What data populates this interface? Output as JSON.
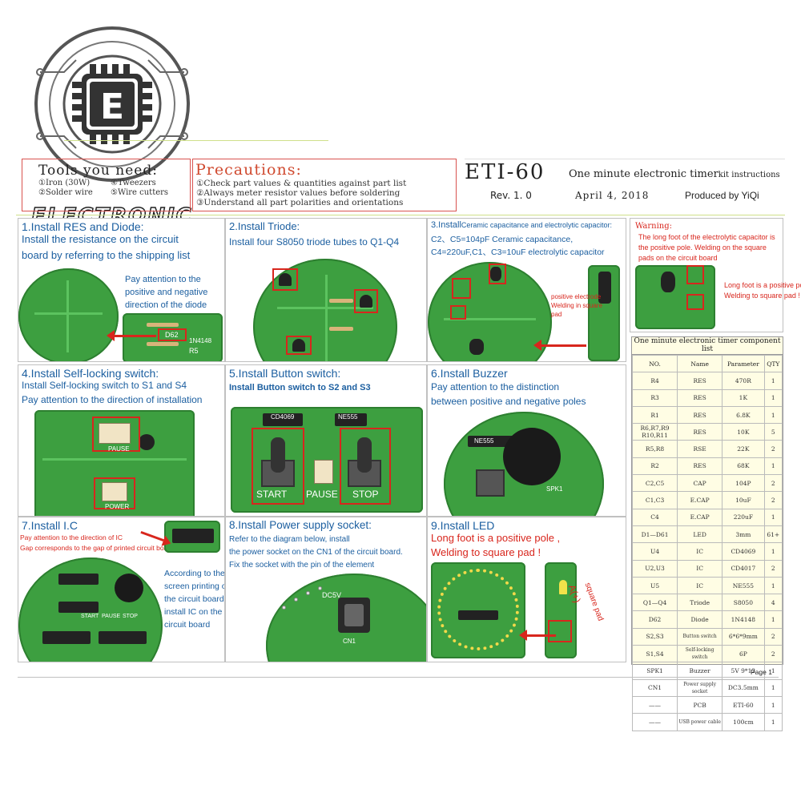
{
  "logo": {
    "text": "ELECTRONIC",
    "letter": "E"
  },
  "header": {
    "tools_title": "Tools you need:",
    "tools": [
      "①Iron (30W)",
      "④Tweezers",
      "②Solder wire",
      "⑤Wire cutters"
    ],
    "precautions_title": "Precautions:",
    "precautions": [
      "①Check part values & quantities against part list",
      "②Always meter resistor values before soldering",
      "③Understand all part polarities and orientations"
    ],
    "model": "ETI-60",
    "subtitle": "One minute electronic timer",
    "subtitle_small": "kit instructions",
    "rev": "Rev. 1. 0",
    "date": "April 4, 2018",
    "produced": "Produced by YiQi"
  },
  "steps": {
    "s1": {
      "title": "1.Install RES and Diode:",
      "lines": [
        "Install the resistance on the circuit",
        "board by referring to the shipping list"
      ],
      "note": [
        "Pay attention to the",
        "positive and negative",
        "direction of the diode"
      ],
      "pcb_labels": [
        "D62",
        "1N4148",
        "R5"
      ]
    },
    "s2": {
      "title": "2.Install Triode:",
      "lines": [
        "Install four S8050 triode tubes to Q1-Q4"
      ]
    },
    "s3": {
      "title": "3.Install",
      "title_rest": "Ceramic capacitance and electrolytic capacitor:",
      "lines": [
        "C2、C5=104pF Ceramic capacitance,",
        "C4=220uF,C1、C3=10uF electrolytic capacitor"
      ],
      "note": [
        "positive electrode",
        "Welding in square",
        "pad"
      ]
    },
    "s4": {
      "title": "4.Install Self-locking switch:",
      "lines": [
        "Install Self-locking switch to S1 and S4",
        "Pay attention to the direction of installation"
      ],
      "pcb_labels": [
        "PAUSE",
        "POWER"
      ]
    },
    "s5": {
      "title": "5.Install Button switch:",
      "lines": [
        "Install Button switch to S2 and S3"
      ],
      "pcb_labels": [
        "CD4069",
        "NE555",
        "START",
        "PAUSE",
        "STOP"
      ]
    },
    "s6": {
      "title": "6.Install Buzzer",
      "lines": [
        "Pay attention to the distinction",
        "between positive and negative poles"
      ],
      "pcb_labels": [
        "NE555",
        "SPK1"
      ]
    },
    "s7": {
      "title": "7.Install I.C",
      "lines": [
        "Pay attention to the direction of IC",
        "Gap corresponds to the gap of printed circuit board"
      ],
      "note": [
        "According to the",
        "screen printing on",
        "the circuit board,",
        "install IC on the",
        "circuit board"
      ],
      "pcb_labels": [
        "START",
        "PAUSE",
        "STOP"
      ]
    },
    "s8": {
      "title": "8.Install Power supply socket:",
      "lines": [
        "Refer to the diagram below, install",
        "the power socket on the CN1 of the circuit board.",
        "Fix the socket with the pin of the element"
      ],
      "pcb_labels": [
        "DC5V",
        "CN1"
      ]
    },
    "s9": {
      "title": "9.Install LED",
      "lines": [
        "Long foot is a positive pole ,",
        "Welding to square pad !"
      ],
      "note": [
        "A(+)",
        "square pad"
      ]
    }
  },
  "warning": {
    "title": "Warning:",
    "text": "The long foot of the electrolytic capacitor is the positive pole. Welding on the square pads on the circuit board",
    "foot": [
      "Long foot is a positive pole",
      "Welding to square pad !"
    ]
  },
  "parts": {
    "title": "One minute electronic timer component list",
    "headers": [
      "NO.",
      "Name",
      "Parameter",
      "QTY"
    ],
    "rows": [
      [
        "R4",
        "RES",
        "470R",
        "1"
      ],
      [
        "R3",
        "RES",
        "1K",
        "1"
      ],
      [
        "R1",
        "RES",
        "6.8K",
        "1"
      ],
      [
        "R6,R7,R9 R10,R11",
        "RES",
        "10K",
        "5"
      ],
      [
        "R5,R8",
        "RSE",
        "22K",
        "2"
      ],
      [
        "R2",
        "RES",
        "68K",
        "1"
      ],
      [
        "C2,C5",
        "CAP",
        "104P",
        "2"
      ],
      [
        "C1,C3",
        "E.CAP",
        "10uF",
        "2"
      ],
      [
        "C4",
        "E.CAP",
        "220uF",
        "1"
      ],
      [
        "D1—D61",
        "LED",
        "3mm",
        "61+"
      ],
      [
        "U4",
        "IC",
        "CD4069",
        "1"
      ],
      [
        "U2,U3",
        "IC",
        "CD4017",
        "2"
      ],
      [
        "U5",
        "IC",
        "NE555",
        "1"
      ],
      [
        "Q1—Q4",
        "Triode",
        "S8050",
        "4"
      ],
      [
        "D62",
        "Diode",
        "1N4148",
        "1"
      ],
      [
        "S2,S3",
        "Button switch",
        "6*6*9mm",
        "2"
      ],
      [
        "S1,S4",
        "Self-locking switch",
        "6P",
        "2"
      ],
      [
        "SPK1",
        "Buzzer",
        "5V 9*12",
        "1"
      ],
      [
        "CN1",
        "Power supply socket",
        "DC3.5mm",
        "1"
      ],
      [
        "——",
        "PCB",
        "ETI-60",
        "1"
      ],
      [
        "——",
        "USB power cable",
        "100cm",
        "1"
      ]
    ]
  },
  "page": "Page 1"
}
